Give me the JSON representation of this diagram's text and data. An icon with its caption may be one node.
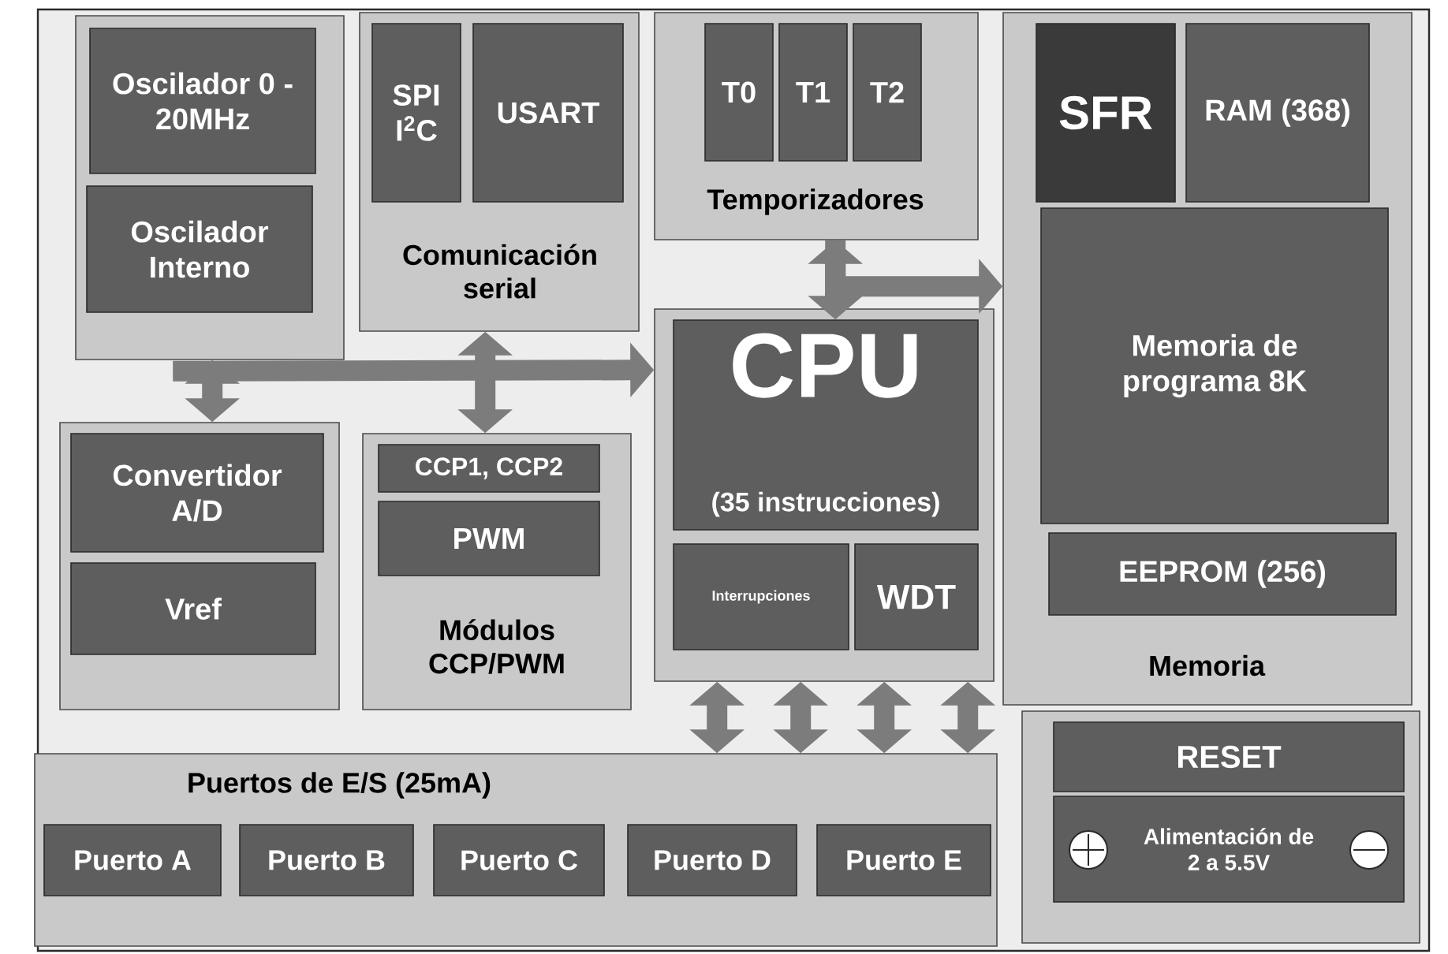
{
  "diagram": {
    "nodes": [
      {
        "text": [],
        "shape": "box"
      },
      {
        "text": [
          "Oscilador 0 - 20MHz"
        ],
        "in": 0
      },
      {
        "text": [
          "Oscilador Interno"
        ],
        "in": 0
      },
      {
        "text": [
          "Comunicación serial"
        ]
      },
      {
        "text": [
          "SPI I$^{2}$C"
        ],
        "in": 3
      },
      {
        "text": [
          "USART"
        ],
        "in": 3
      },
      {
        "text": [
          "Temporizadores"
        ]
      },
      {
        "text": [
          "T0"
        ],
        "in": 6
      },
      {
        "text": [
          "T1"
        ],
        "in": 6
      },
      {
        "text": [
          "T2"
        ],
        "in": 6
      },
      {
        "text": [
          "Memoria"
        ]
      },
      {
        "text": [
          "SFR"
        ],
        "in": 10
      },
      {
        "text": [
          "RAM (368)"
        ],
        "in": 10
      },
      {
        "text": [
          "Memoria de programa 8K"
        ],
        "in": 10
      },
      {
        "text": [
          "EEPROM (256)"
        ],
        "in": 10
      },
      {
        "text": [],
        "shape": "box"
      },
      {
        "text": [
          "CPU",
          "(35 instrucciones)"
        ],
        "in": 15
      },
      {
        "text": [
          "Interrupciones"
        ],
        "in": 15
      },
      {
        "text": [
          "WDT"
        ],
        "in": 15
      },
      {
        "text": [],
        "shape": "box"
      },
      {
        "text": [
          "Convertidor A/D"
        ],
        "in": 19
      },
      {
        "text": [
          "Vref"
        ],
        "in": 19
      },
      {
        "text": [
          "Módulos CCP/PWM"
        ]
      },
      {
        "text": [
          "CCP1, CCP2"
        ],
        "in": 22
      },
      {
        "text": [
          "PWM"
        ],
        "in": 22
      },
      {
        "text": [
          "Puertos de E/S (25mA)"
        ]
      },
      {
        "text": [
          "Puerto A"
        ],
        "in": 25
      },
      {
        "text": [
          "Puerto B"
        ],
        "in": 25
      },
      {
        "text": [
          "Puerto C"
        ],
        "in": 25
      },
      {
        "text": [
          "Puerto D"
        ],
        "in": 25
      },
      {
        "text": [
          "Puerto E"
        ],
        "in": 25
      },
      {
        "text": [],
        "shape": "box"
      },
      {
        "text": [
          "RESET"
        ],
        "in": 31
      },
      {
        "text": [
          "Alimentación de 2 a 5.5V"
        ],
        "in": 31
      }
    ],
    "edges": [
      {
        "from": 0,
        "to": 19,
        "arrow": "both"
      },
      {
        "from": 3,
        "to": 22,
        "arrow": "both"
      },
      {
        "from": 0,
        "to": 15,
        "arrow": "to"
      },
      {
        "from": 6,
        "to": 16,
        "arrow": "both"
      },
      {
        "from": 6,
        "to": 10,
        "arrow": "to"
      },
      {
        "from": 15,
        "to": 25,
        "arrow": "both"
      },
      {
        "from": 15,
        "to": 25,
        "arrow": "both"
      },
      {
        "from": 15,
        "to": 25,
        "arrow": "both"
      },
      {
        "from": 15,
        "to": 25,
        "arrow": "both"
      }
    ]
  }
}
